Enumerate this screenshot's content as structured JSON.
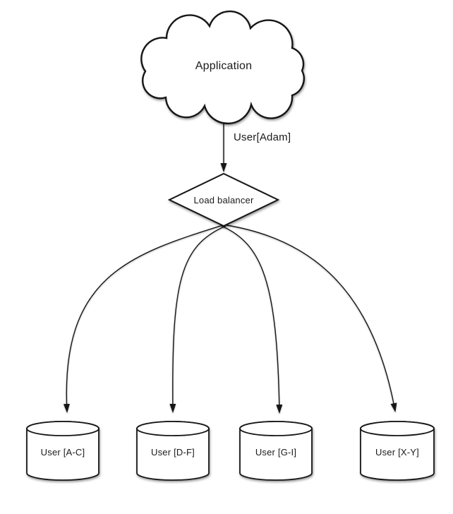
{
  "diagram": {
    "background_color": "#ffffff",
    "stroke_color": "#161616",
    "node_fill_color": "#ffffff",
    "text_color": "#1a1a1a",
    "nodes": {
      "application": {
        "label": "Application",
        "shape": "cloud"
      },
      "load_balancer": {
        "label": "Load balancer",
        "shape": "diamond"
      },
      "shards": [
        {
          "label": "User [A-C]",
          "shape": "cylinder"
        },
        {
          "label": "User [D-F]",
          "shape": "cylinder"
        },
        {
          "label": "User [G-I]",
          "shape": "cylinder"
        },
        {
          "label": "User [X-Y]",
          "shape": "cylinder"
        }
      ]
    },
    "edges": {
      "app_to_balancer": {
        "label": "User[Adam]",
        "arrow": "down"
      },
      "balancer_to_shards": {
        "count": 4,
        "arrow": "down"
      }
    }
  }
}
